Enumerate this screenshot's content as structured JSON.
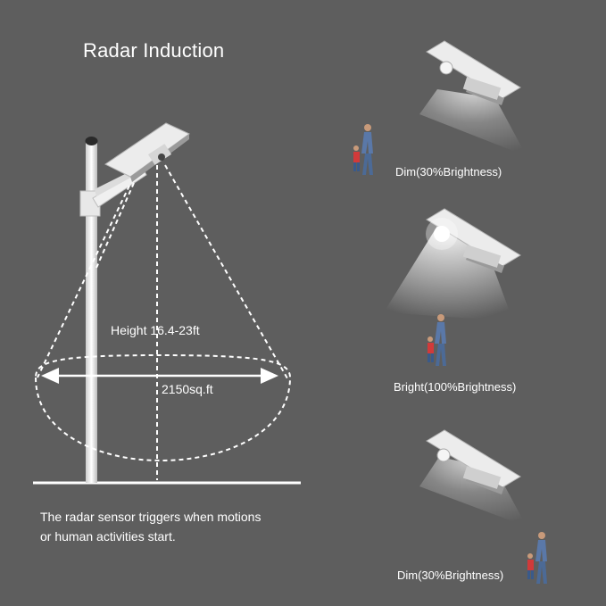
{
  "title": "Radar Induction",
  "height_label": "Height  16.4-23ft",
  "area_label": "2150sq.ft",
  "caption": {
    "line1": "The radar sensor triggers when motions",
    "line2": "or human activities start."
  },
  "modes": [
    {
      "label": "Dim(30%Brightness)"
    },
    {
      "label": "Bright(100%Brightness)"
    },
    {
      "label": "Dim(30%Brightness)"
    }
  ],
  "colors": {
    "background": "#5e5e5e",
    "text": "#ffffff",
    "lamp": "#e6e6e6"
  },
  "icons": [
    "street-lamp-pole",
    "solar-lamp-head",
    "walking-adult-and-child"
  ]
}
